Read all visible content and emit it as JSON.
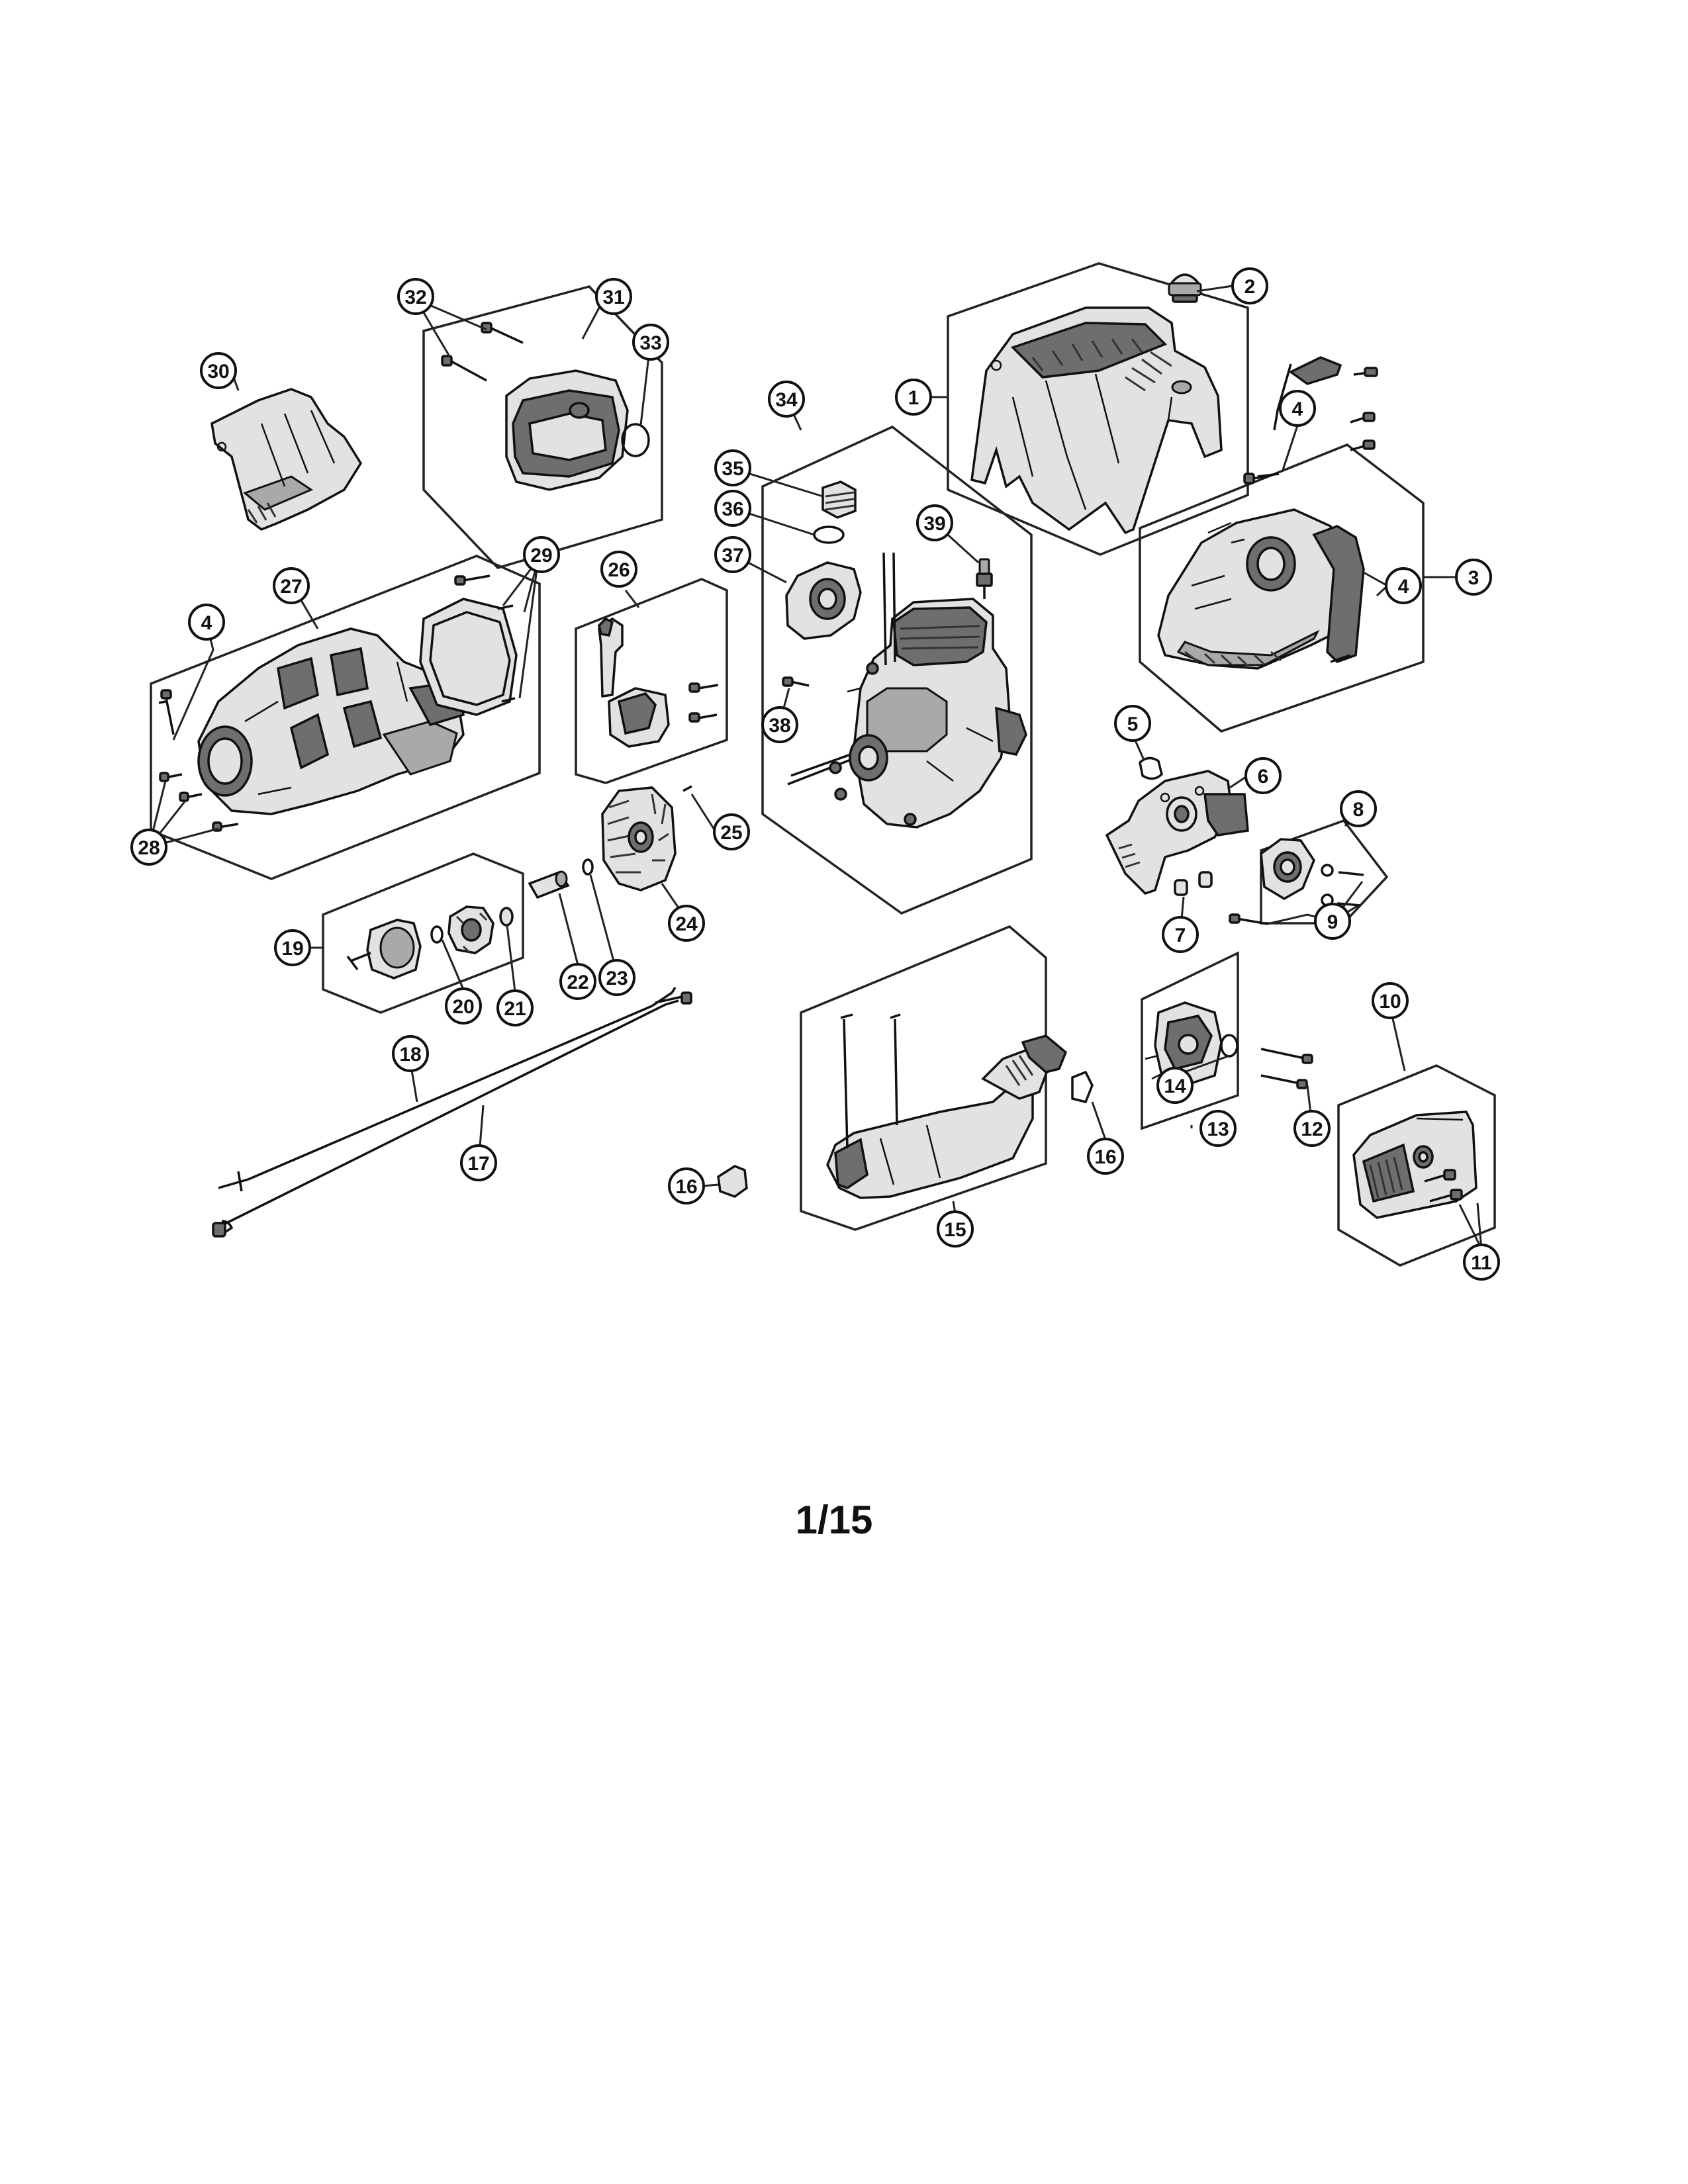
{
  "page_number": "1/15",
  "callouts": [
    "1",
    "2",
    "3",
    "4",
    "5",
    "6",
    "7",
    "8",
    "9",
    "10",
    "11",
    "12",
    "13",
    "14",
    "15",
    "16",
    "17",
    "18",
    "19",
    "20",
    "21",
    "22",
    "23",
    "24",
    "25",
    "26",
    "27",
    "28",
    "29",
    "30",
    "31",
    "32",
    "33",
    "34",
    "35",
    "36",
    "37",
    "38",
    "39"
  ]
}
